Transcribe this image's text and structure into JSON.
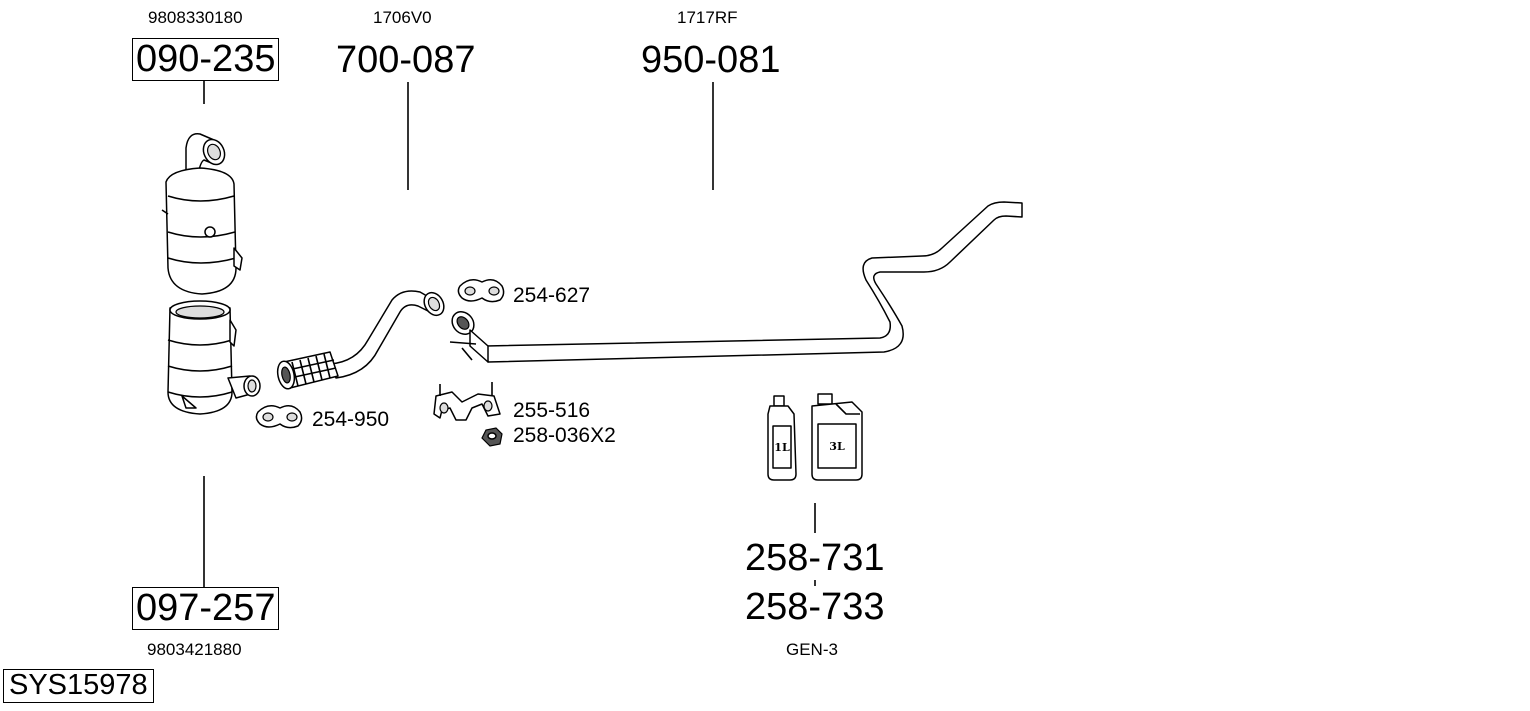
{
  "parts": {
    "cat_top": {
      "oem": "9808330180",
      "code": "090-235"
    },
    "front_pipe": {
      "oem": "1706V0",
      "code": "700-087"
    },
    "rear_pipe": {
      "oem": "1717RF",
      "code": "950-081"
    },
    "dpf": {
      "oem": "9803421880",
      "code": "097-257"
    },
    "fluid": {
      "code_1": "258-731",
      "code_2": "258-733",
      "oem": "GEN-3"
    }
  },
  "small_parts": {
    "clamp_1": "254-627",
    "clamp_2": "254-950",
    "bracket": "255-516",
    "rubber": "258-036X2"
  },
  "fluid_labels": {
    "small_jug": "1L",
    "large_jug": "3L"
  },
  "system_id": "SYS15978"
}
